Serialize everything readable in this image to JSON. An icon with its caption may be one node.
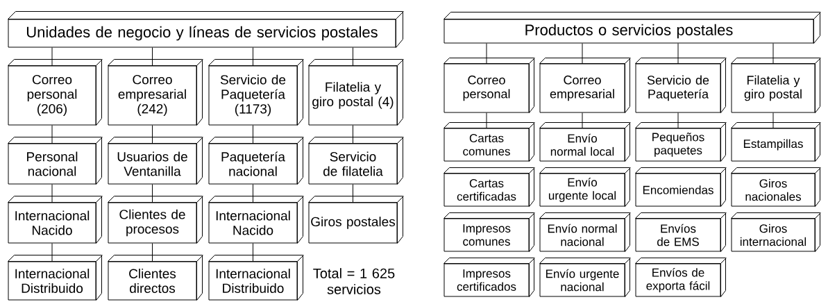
{
  "diagram": {
    "nodes": [
      {
        "text": [
          "Unidades de negocio y líneas de servicios postales"
        ]
      },
      {
        "text": [
          "Correo personal (206)"
        ]
      },
      {
        "text": [
          "Correo empresarial (242)"
        ]
      },
      {
        "text": [
          "Servicio de Paquetería (1173)"
        ]
      },
      {
        "text": [
          "Filatelia y giro postal (4)"
        ]
      },
      {
        "text": [
          "Personal nacional"
        ]
      },
      {
        "text": [
          "Usuarios de Ventanilla"
        ]
      },
      {
        "text": [
          "Paquetería nacional"
        ]
      },
      {
        "text": [
          "Servicio de filatelia"
        ]
      },
      {
        "text": [
          "Internacional Nacido"
        ]
      },
      {
        "text": [
          "Clientes de procesos"
        ]
      },
      {
        "text": [
          "Internacional Nacido"
        ]
      },
      {
        "text": [
          "Giros postales"
        ]
      },
      {
        "text": [
          "Internacional Distribuido"
        ]
      },
      {
        "text": [
          "Clientes directos"
        ]
      },
      {
        "text": [
          "Internacional Distribuido"
        ]
      },
      {
        "text": [
          "Productos o servicios postales"
        ]
      },
      {
        "text": [
          "Correo personal"
        ]
      },
      {
        "text": [
          "Correo empresarial"
        ]
      },
      {
        "text": [
          "Servicio de Paquetería"
        ]
      },
      {
        "text": [
          "Filatelia y giro postal"
        ]
      },
      {
        "text": [
          "Cartas comunes"
        ]
      },
      {
        "text": [
          "Envío normal local"
        ]
      },
      {
        "text": [
          "Pequeños paquetes"
        ]
      },
      {
        "text": [
          "Estampillas"
        ]
      },
      {
        "text": [
          "Cartas certificadas"
        ]
      },
      {
        "text": [
          "Envío urgente local"
        ]
      },
      {
        "text": [
          "Encomiendas"
        ]
      },
      {
        "text": [
          "Giros nacionales"
        ]
      },
      {
        "text": [
          "Impresos comunes"
        ]
      },
      {
        "text": [
          "Envío normal nacional"
        ]
      },
      {
        "text": [
          "Envíos de EMS"
        ]
      },
      {
        "text": [
          "Giros internacional"
        ]
      },
      {
        "text": [
          "Impresos certificados"
        ]
      },
      {
        "text": [
          "Envío urgente nacional"
        ]
      },
      {
        "text": [
          "Envíos de exporta fácil"
        ]
      }
    ],
    "edges": [
      {
        "from": 0,
        "to": 1,
        "arrow": "none"
      },
      {
        "from": 0,
        "to": 2,
        "arrow": "none"
      },
      {
        "from": 0,
        "to": 3,
        "arrow": "none"
      },
      {
        "from": 0,
        "to": 4,
        "arrow": "none"
      },
      {
        "from": 1,
        "to": 5,
        "arrow": "none"
      },
      {
        "from": 2,
        "to": 6,
        "arrow": "none"
      },
      {
        "from": 3,
        "to": 7,
        "arrow": "none"
      },
      {
        "from": 4,
        "to": 8,
        "arrow": "none"
      },
      {
        "from": 5,
        "to": 9,
        "arrow": "none"
      },
      {
        "from": 6,
        "to": 10,
        "arrow": "none"
      },
      {
        "from": 7,
        "to": 11,
        "arrow": "none"
      },
      {
        "from": 8,
        "to": 12,
        "arrow": "none"
      },
      {
        "from": 9,
        "to": 13,
        "arrow": "none"
      },
      {
        "from": 10,
        "to": 14,
        "arrow": "none"
      },
      {
        "from": 11,
        "to": 15,
        "arrow": "none"
      },
      {
        "from": 16,
        "to": 17,
        "arrow": "none"
      },
      {
        "from": 16,
        "to": 18,
        "arrow": "none"
      },
      {
        "from": 16,
        "to": 19,
        "arrow": "none"
      },
      {
        "from": 16,
        "to": 20,
        "arrow": "none"
      },
      {
        "from": 17,
        "to": 21,
        "arrow": "none"
      },
      {
        "from": 18,
        "to": 22,
        "arrow": "none"
      },
      {
        "from": 19,
        "to": 23,
        "arrow": "none"
      },
      {
        "from": 20,
        "to": 24,
        "arrow": "none"
      }
    ],
    "labels": [
      "Total = 1 625 servicios"
    ]
  }
}
